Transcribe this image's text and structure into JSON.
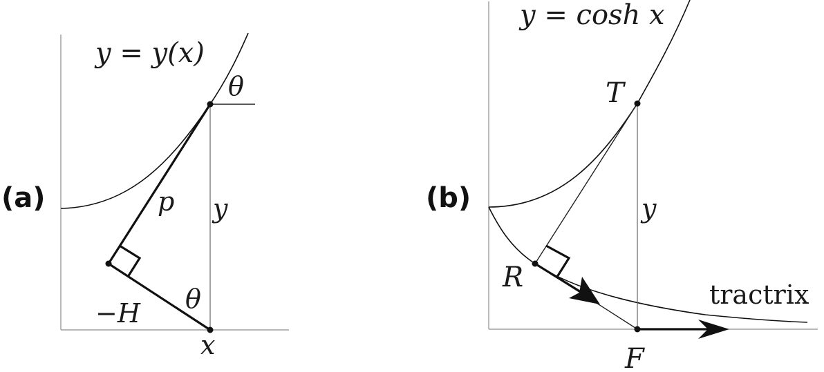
{
  "panel_a": {
    "label": "(a)",
    "curve_label": "y = y(x)",
    "theta_top": "θ",
    "theta_bottom": "θ",
    "p_label": "p",
    "y_label": "y",
    "h_label": "−H",
    "x_label": "x"
  },
  "panel_b": {
    "label": "(b)",
    "curve_label": "y = cosh x",
    "t_label": "T",
    "y_label": "y",
    "r_label": "R",
    "f_label": "F",
    "tractrix_label": "tractrix"
  }
}
